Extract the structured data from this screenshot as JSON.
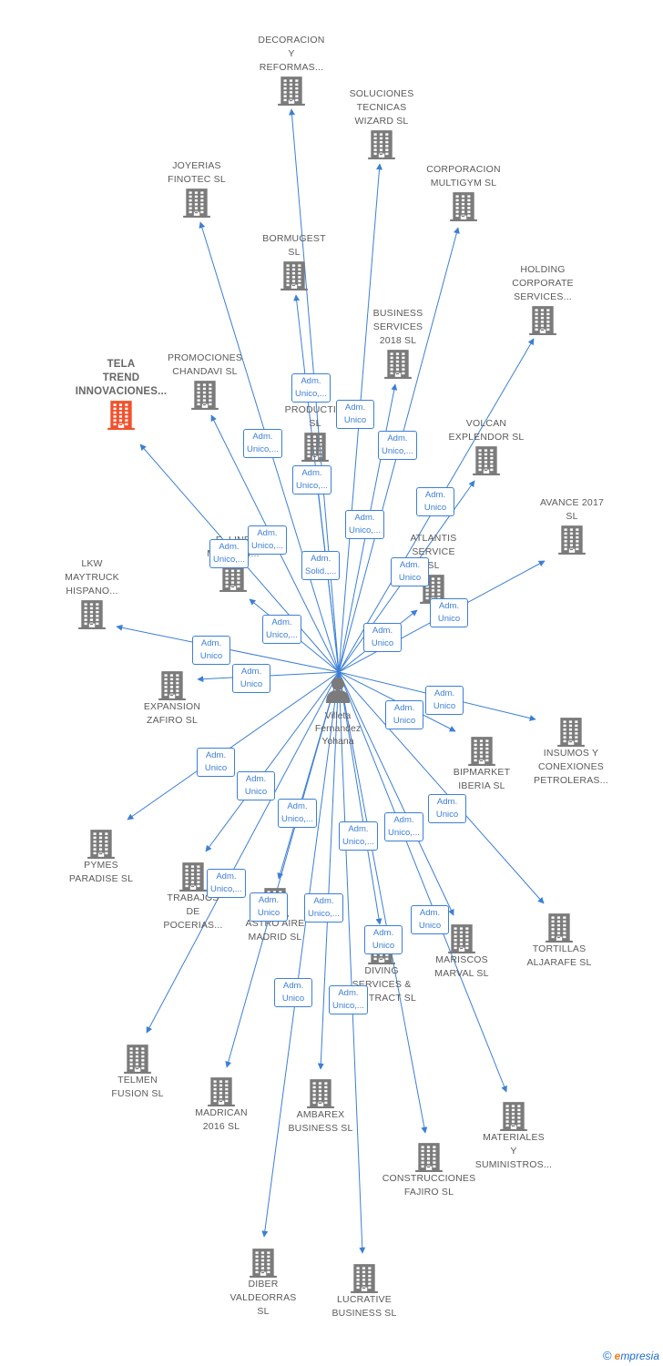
{
  "center": {
    "label_lines": [
      "Villeta",
      "Fernandez",
      "Yohana"
    ],
    "icon": "person-icon"
  },
  "colors": {
    "edge": "#3c7fd4",
    "building": "#7b7b7b",
    "highlight": "#f0522d"
  },
  "nodes": [
    {
      "id": "decoracion",
      "label": "DECORACION Y REFORMAS...",
      "lines": [
        "DECORACION",
        "Y",
        "REFORMAS..."
      ]
    },
    {
      "id": "soluciones",
      "label": "SOLUCIONES TECNICAS WIZARD SL",
      "lines": [
        "SOLUCIONES",
        "TECNICAS",
        "WIZARD  SL"
      ]
    },
    {
      "id": "corporacion",
      "label": "CORPORACION MULTIGYM SL",
      "lines": [
        "CORPORACION",
        "MULTIGYM SL"
      ]
    },
    {
      "id": "joyerias",
      "label": "JOYERIAS FINOTEC SL",
      "lines": [
        "JOYERIAS",
        "FINOTEC  SL"
      ]
    },
    {
      "id": "bormugest",
      "label": "BORMUGEST SL",
      "lines": [
        "BORMUGEST",
        "SL"
      ]
    },
    {
      "id": "holding",
      "label": "HOLDING CORPORATE SERVICES...",
      "lines": [
        "HOLDING",
        "CORPORATE",
        "SERVICES..."
      ]
    },
    {
      "id": "business2018",
      "label": "BUSINESS SERVICES 2018 SL",
      "lines": [
        "BUSINESS",
        "SERVICES",
        "2018  SL"
      ]
    },
    {
      "id": "tela",
      "label": "TELA TREND INNOVACIONES...",
      "lines": [
        "TELA",
        "TREND",
        "INNOVACIONES..."
      ]
    },
    {
      "id": "promociones",
      "label": "PROMOCIONES CHANDAVI SL",
      "lines": [
        "PROMOCIONES",
        "CHANDAVI  SL"
      ]
    },
    {
      "id": "productivi",
      "label": "PRODUCTIVI SL",
      "lines": [
        "PRODUCTIVI",
        "SL"
      ]
    },
    {
      "id": "volcan",
      "label": "VOLCAN EXPLENDOR SL",
      "lines": [
        "VOLCAN",
        "EXPLENDOR  SL"
      ]
    },
    {
      "id": "avance",
      "label": "AVANCE 2017 SL",
      "lines": [
        "AVANCE 2017",
        "SL"
      ]
    },
    {
      "id": "eline",
      "label": "E- LINE MARKETI...",
      "lines": [
        "E- LINE",
        "MARKETI..."
      ]
    },
    {
      "id": "atlantis",
      "label": "ATLANTIS SERVICE SL",
      "lines": [
        "ATLANTIS",
        "SERVICE",
        "SL"
      ]
    },
    {
      "id": "lkw",
      "label": "LKW MAYTRUCK HISPANO...",
      "lines": [
        "LKW",
        "MAYTRUCK",
        "HISPANO..."
      ]
    },
    {
      "id": "expansion",
      "label": "EXPANSION ZAFIRO SL",
      "lines": [
        "EXPANSION",
        "ZAFIRO  SL"
      ]
    },
    {
      "id": "insumos",
      "label": "INSUMOS Y CONEXIONES PETROLERAS...",
      "lines": [
        "INSUMOS Y",
        "CONEXIONES",
        "PETROLERAS..."
      ]
    },
    {
      "id": "bipmarket",
      "label": "BIPMARKET IBERIA SL",
      "lines": [
        "BIPMARKET",
        "IBERIA  SL"
      ]
    },
    {
      "id": "pymes",
      "label": "PYMES PARADISE SL",
      "lines": [
        "PYMES",
        "PARADISE  SL"
      ]
    },
    {
      "id": "trabajos",
      "label": "TRABAJOS DE POCERIAS...",
      "lines": [
        "TRABAJOS",
        "DE",
        "POCERIAS..."
      ]
    },
    {
      "id": "astro",
      "label": "ASTRO AIRE MADRID SL",
      "lines": [
        "ASTRO AIRE",
        "MADRID  SL"
      ]
    },
    {
      "id": "diving",
      "label": "DIVING SERVICES & CONTRACT SL",
      "lines": [
        "DIVING",
        "SERVICES &",
        "CONTRACT  SL"
      ]
    },
    {
      "id": "mariscos",
      "label": "MARISCOS MARVAL SL",
      "lines": [
        "MARISCOS",
        "MARVAL  SL"
      ]
    },
    {
      "id": "tortillas",
      "label": "TORTILLAS ALJARAFE SL",
      "lines": [
        "TORTILLAS",
        "ALJARAFE  SL"
      ]
    },
    {
      "id": "telmen",
      "label": "TELMEN FUSION SL",
      "lines": [
        "TELMEN",
        "FUSION  SL"
      ]
    },
    {
      "id": "madrican",
      "label": "MADRICAN 2016 SL",
      "lines": [
        "MADRICAN",
        "2016  SL"
      ]
    },
    {
      "id": "ambarex",
      "label": "AMBAREX BUSINESS SL",
      "lines": [
        "AMBAREX",
        "BUSINESS  SL"
      ]
    },
    {
      "id": "materiales",
      "label": "MATERIALES Y SUMINISTROS...",
      "lines": [
        "MATERIALES",
        "Y",
        "SUMINISTROS..."
      ]
    },
    {
      "id": "construcciones",
      "label": "CONSTRUCCIONES FAJIRO SL",
      "lines": [
        "CONSTRUCCIONES",
        "FAJIRO  SL"
      ]
    },
    {
      "id": "diber",
      "label": "DIBER VALDEORRAS SL",
      "lines": [
        "DIBER",
        "VALDEORRAS",
        "SL"
      ]
    },
    {
      "id": "lucrative",
      "label": "LUCRATIVE BUSINESS SL",
      "lines": [
        "LUCRATIVE",
        "BUSINESS  SL"
      ]
    }
  ],
  "relations": [
    {
      "id": "r1",
      "lines": [
        "Adm.",
        "Unico,..."
      ]
    },
    {
      "id": "r2",
      "lines": [
        "Adm.",
        "Unico"
      ]
    },
    {
      "id": "r3",
      "lines": [
        "Adm.",
        "Unico,..."
      ]
    },
    {
      "id": "r4",
      "lines": [
        "Adm.",
        "Unico,..."
      ]
    },
    {
      "id": "r5",
      "lines": [
        "Adm.",
        "Unico,..."
      ]
    },
    {
      "id": "r6",
      "lines": [
        "Adm.",
        "Unico"
      ]
    },
    {
      "id": "r7",
      "lines": [
        "Adm.",
        "Unico,..."
      ]
    },
    {
      "id": "r8",
      "lines": [
        "Adm.",
        "Unico,..."
      ]
    },
    {
      "id": "r9",
      "lines": [
        "Adm.",
        "Unico,..."
      ]
    },
    {
      "id": "r10",
      "lines": [
        "Adm.",
        "Solid.,..."
      ]
    },
    {
      "id": "r11",
      "lines": [
        "Adm.",
        "Unico"
      ]
    },
    {
      "id": "r12",
      "lines": [
        "Adm.",
        "Unico"
      ]
    },
    {
      "id": "r13",
      "lines": [
        "Adm.",
        "Unico,..."
      ]
    },
    {
      "id": "r14",
      "lines": [
        "Adm.",
        "Unico"
      ]
    },
    {
      "id": "r15",
      "lines": [
        "Adm.",
        "Unico"
      ]
    },
    {
      "id": "r16",
      "lines": [
        "Adm.",
        "Unico"
      ]
    },
    {
      "id": "r17",
      "lines": [
        "Adm.",
        "Unico"
      ]
    },
    {
      "id": "r18",
      "lines": [
        "Adm.",
        "Unico"
      ]
    },
    {
      "id": "r19",
      "lines": [
        "Adm.",
        "Unico"
      ]
    },
    {
      "id": "r20",
      "lines": [
        "Adm.",
        "Unico"
      ]
    },
    {
      "id": "r21",
      "lines": [
        "Adm.",
        "Unico"
      ]
    },
    {
      "id": "r22",
      "lines": [
        "Adm.",
        "Unico,..."
      ]
    },
    {
      "id": "r23",
      "lines": [
        "Adm.",
        "Unico,..."
      ]
    },
    {
      "id": "r24",
      "lines": [
        "Adm.",
        "Unico,..."
      ]
    },
    {
      "id": "r25",
      "lines": [
        "Adm.",
        "Unico,..."
      ]
    },
    {
      "id": "r26",
      "lines": [
        "Adm.",
        "Unico"
      ]
    },
    {
      "id": "r27",
      "lines": [
        "Adm.",
        "Unico,..."
      ]
    },
    {
      "id": "r28",
      "lines": [
        "Adm.",
        "Unico"
      ]
    },
    {
      "id": "r29",
      "lines": [
        "Adm.",
        "Unico"
      ]
    },
    {
      "id": "r30",
      "lines": [
        "Adm.",
        "Unico"
      ]
    },
    {
      "id": "r31",
      "lines": [
        "Adm.",
        "Unico,..."
      ]
    }
  ],
  "footer": {
    "copyright": "©",
    "brand_e": "e",
    "brand_rest": "mpresia"
  }
}
